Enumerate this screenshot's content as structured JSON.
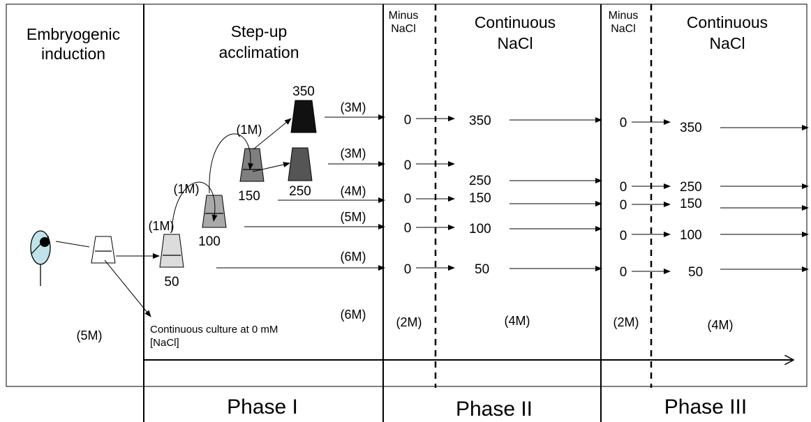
{
  "headers": {
    "embryogenic": [
      "Embryogenic",
      "induction"
    ],
    "stepup": [
      "Step-up",
      "acclimation"
    ],
    "minus1": [
      "Minus",
      "NaCl"
    ],
    "cont1": [
      "Continuous",
      "NaCl"
    ],
    "minus2": [
      "Minus",
      "NaCl"
    ],
    "cont2": [
      "Continuous",
      "NaCl"
    ]
  },
  "stepup": {
    "vessels": [
      {
        "label": "50",
        "fill": "#dcdcdc"
      },
      {
        "label": "100",
        "fill": "#a9a9a9"
      },
      {
        "label": "150",
        "fill": "#7f7f7f"
      },
      {
        "label": "250",
        "fill": "#555555"
      },
      {
        "label": "350",
        "fill": "#111111"
      }
    ],
    "transfer_labels": [
      "(1M)",
      "(1M)",
      "(1M)"
    ],
    "line_durations": [
      "(6M)",
      "(5M)",
      "(4M)",
      "(3M)",
      "(3M)"
    ]
  },
  "phase2": {
    "zero": "0",
    "values": [
      "350",
      "250",
      "150",
      "100",
      "50"
    ]
  },
  "phase3": {
    "zero": "0",
    "values": [
      "350",
      "250",
      "150",
      "100",
      "50"
    ]
  },
  "durations": {
    "induction": "(5M)",
    "stepup": "(6M)",
    "minus1": "(2M)",
    "cont1": "(4M)",
    "minus2": "(2M)",
    "cont2": "(4M)"
  },
  "continuous_note": [
    "Continuous culture at 0 mM",
    "[NaCl]"
  ],
  "phases": [
    "Phase I",
    "Phase II",
    "Phase III"
  ],
  "colors": {
    "explant": "#bfe3e8",
    "line": "#000000"
  }
}
